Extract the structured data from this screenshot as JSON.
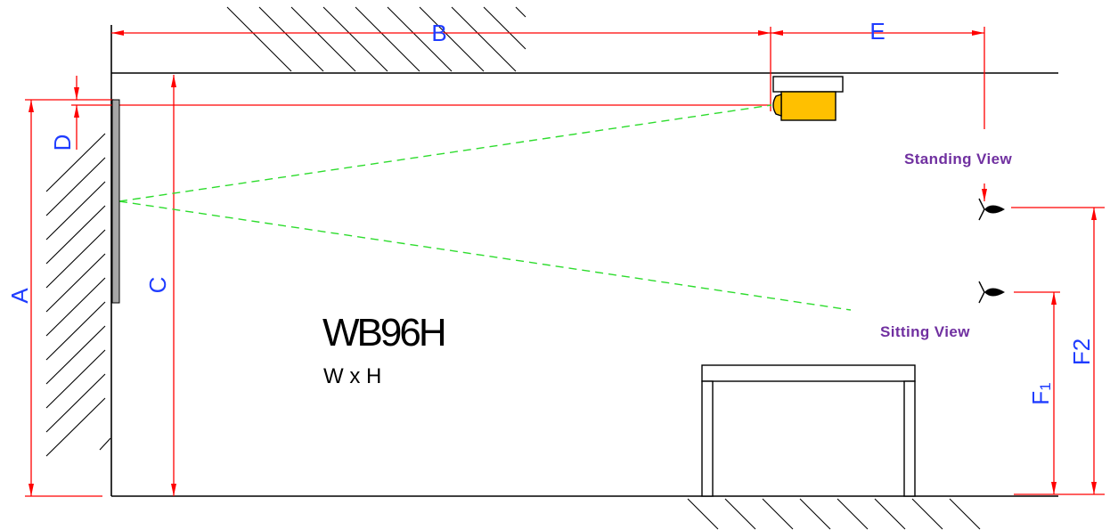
{
  "diagram": {
    "dimensions": {
      "A": "A",
      "B": "B",
      "C": "C",
      "D": "D",
      "E": "E",
      "F1": {
        "main": "F",
        "sub": "1"
      },
      "F2": "F2"
    },
    "model": "WB96H",
    "model_size": "W x H",
    "views": {
      "standing": "Standing View",
      "sitting": "Sitting View"
    }
  },
  "colors": {
    "dimension_lines": "#ff0000",
    "dimension_labels": "#1f3cff",
    "view_labels": "#7030a0",
    "projection_lines": "#2ddc2d",
    "projector_body": "#ffc000",
    "screen": "#a6a6a6"
  }
}
